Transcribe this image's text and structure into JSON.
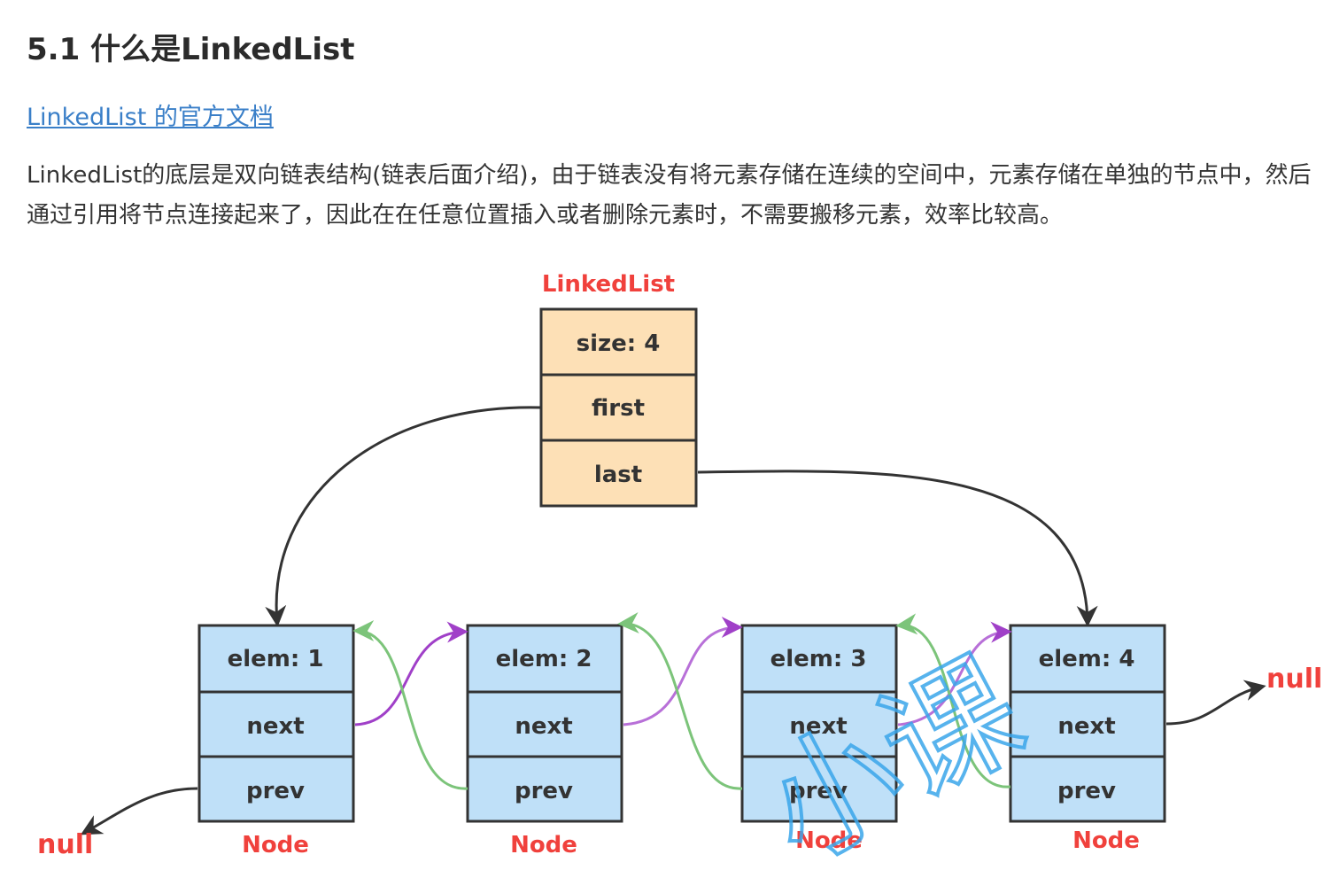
{
  "heading": "5.1 什么是LinkedList",
  "doc_link": "LinkedList 的官方文档",
  "paragraph": "LinkedList的底层是双向链表结构(链表后面介绍)，由于链表没有将元素存储在连续的空间中，元素存储在单独的节点中，然后通过引用将节点连接起来了，因此在在任意位置插入或者删除元素时，不需要搬移元素，效率比较高。",
  "diagram": {
    "list_label": "LinkedList",
    "list_fields": [
      "size: 4",
      "first",
      "last"
    ],
    "nodes": [
      {
        "elem": "elem: 1",
        "next": "next",
        "prev": "prev",
        "label": "Node"
      },
      {
        "elem": "elem: 2",
        "next": "next",
        "prev": "prev",
        "label": "Node"
      },
      {
        "elem": "elem: 3",
        "next": "next",
        "prev": "prev",
        "label": "Node"
      },
      {
        "elem": "elem: 4",
        "next": "next",
        "prev": "prev",
        "label": "Node"
      }
    ],
    "null_left": "null",
    "null_right": "null"
  },
  "watermark": "小课",
  "colors": {
    "list_box": "#fde0b6",
    "node_box": "#bfe0f8",
    "label_red": "#f0413c",
    "next_arrow": "#a040c8",
    "prev_arrow": "#7cc47a",
    "link": "#3a7fc8"
  }
}
